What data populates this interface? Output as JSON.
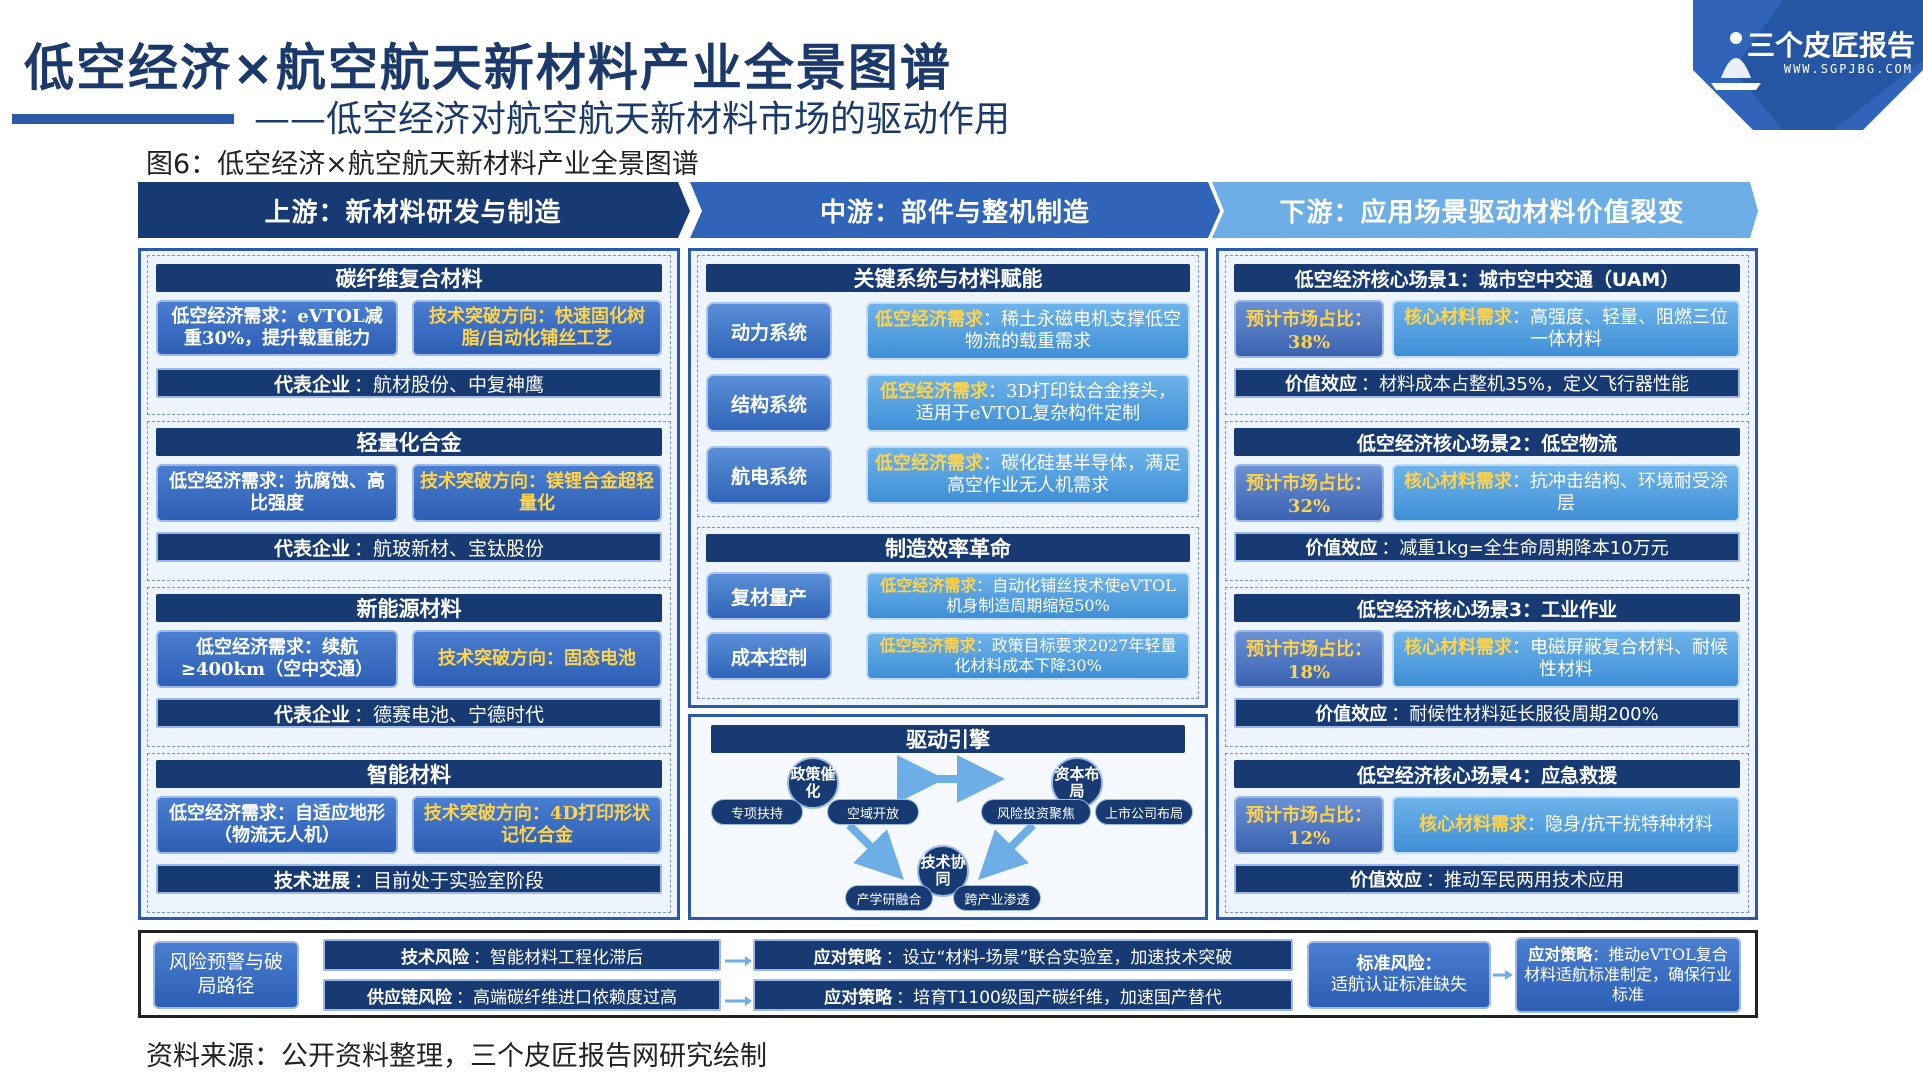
{
  "header": {
    "title": "低空经济×航空航天新材料产业全景图谱",
    "subtitle": "——低空经济对航空航天新材料市场的驱动作用",
    "figure_caption": "图6：低空经济×航空航天新材料产业全景图谱",
    "logo_text": "三个皮匠报告",
    "logo_url": "WWW.SGPJBG.COM"
  },
  "stages": [
    {
      "label": "上游：新材料研发与制造"
    },
    {
      "label": "中游：部件与整机制造"
    },
    {
      "label": "下游：应用场景驱动材料价值裂变"
    }
  ],
  "upstream": {
    "groups": [
      {
        "title": "碳纤维复合材料",
        "need": "低空经济需求：eVTOL减重30%，提升载重能力",
        "tech": "技术突破方向：快速固化树脂/自动化铺丝工艺",
        "footer_label": "代表企业",
        "footer_text": "：航材股份、中复神鹰"
      },
      {
        "title": "轻量化合金",
        "need": "低空经济需求：抗腐蚀、高比强度",
        "tech": "技术突破方向：镁锂合金超轻量化",
        "footer_label": "代表企业",
        "footer_text": "：航玻新材、宝钛股份"
      },
      {
        "title": "新能源材料",
        "need": "低空经济需求：续航≥400km（空中交通）",
        "tech": "技术突破方向：固态电池",
        "footer_label": "代表企业",
        "footer_text": "：德赛电池、宁德时代"
      },
      {
        "title": "智能材料",
        "need": "低空经济需求：自适应地形（物流无人机）",
        "tech": "技术突破方向：4D打印形状记忆合金",
        "footer_label": "技术进展",
        "footer_text": "：目前处于实验室阶段"
      }
    ]
  },
  "midstream": {
    "systems_title": "关键系统与材料赋能",
    "systems": [
      {
        "name": "动力系统",
        "label": "低空经济需求",
        "text": "：稀土永磁电机支撑低空物流的载重需求"
      },
      {
        "name": "结构系统",
        "label": "低空经济需求",
        "text": "：3D打印钛合金接头，适用于eVTOL复杂构件定制"
      },
      {
        "name": "航电系统",
        "label": "低空经济需求",
        "text": "：碳化硅基半导体，满足高空作业无人机需求"
      }
    ],
    "manufacturing_title": "制造效率革命",
    "manufacturing": [
      {
        "name": "复材量产",
        "label": "低空经济需求",
        "text": "：自动化铺丝技术使eVTOL机身制造周期缩短50%"
      },
      {
        "name": "成本控制",
        "label": "低空经济需求",
        "text": "：政策目标要求2027年轻量化材料成本下降30%"
      }
    ],
    "engine_title": "驱动引擎",
    "engine": {
      "policy": "政策催化",
      "capital": "资本布局",
      "tech": "技术协同",
      "policy_pills": [
        "专项扶持",
        "空域开放"
      ],
      "capital_pills": [
        "风险投资聚焦",
        "上市公司布局"
      ],
      "tech_pills": [
        "产学研融合",
        "跨产业渗透"
      ]
    }
  },
  "downstream": {
    "scenes": [
      {
        "title": "低空经济核心场景1：城市空中交通（UAM）",
        "pct_label": "预计市场占比：",
        "pct": "38%",
        "mat_label": "核心材料需求",
        "mat": "：高强度、轻量、阻燃三位一体材料",
        "val_label": "价值效应",
        "val": "：材料成本占整机35%，定义飞行器性能"
      },
      {
        "title": "低空经济核心场景2：低空物流",
        "pct_label": "预计市场占比：",
        "pct": "32%",
        "mat_label": "核心材料需求",
        "mat": "：抗冲击结构、环境耐受涂层",
        "val_label": "价值效应",
        "val": "：减重1kg=全生命周期降本10万元"
      },
      {
        "title": "低空经济核心场景3：工业作业",
        "pct_label": "预计市场占比：",
        "pct": "18%",
        "mat_label": "核心材料需求",
        "mat": "：电磁屏蔽复合材料、耐候性材料",
        "val_label": "价值效应",
        "val": "：耐候性材料延长服役周期200%"
      },
      {
        "title": "低空经济核心场景4：应急救援",
        "pct_label": "预计市场占比：",
        "pct": "12%",
        "mat_label": "核心材料需求",
        "mat": "：隐身/抗干扰特种材料",
        "val_label": "价值效应",
        "val": "：推动军民两用技术应用"
      }
    ]
  },
  "risk": {
    "title": "风险预警与破局路径",
    "rows": [
      {
        "risk_label": "技术风险",
        "risk": "：智能材料工程化滞后",
        "resp_label": "应对策略",
        "resp": "：设立“材料-场景”联合实验室，加速技术突破"
      },
      {
        "risk_label": "供应链风险",
        "risk": "：高端碳纤维进口依赖度过高",
        "resp_label": "应对策略",
        "resp": "：培育T1100级国产碳纤维，加速国产替代"
      }
    ],
    "std_risk_label": "标准风险：",
    "std_risk": "适航认证标准缺失",
    "std_resp_label": "应对策略",
    "std_resp": "：推动eVTOL复合材料适航标准制定，确保行业标准"
  },
  "footer": {
    "source": "资料来源：公开资料整理，三个皮匠报告网研究绘制"
  },
  "colors": {
    "navy": "#173a73",
    "blue": "#2d5aa8",
    "light": "#6eb3ea",
    "accent": "#ffd34a"
  }
}
